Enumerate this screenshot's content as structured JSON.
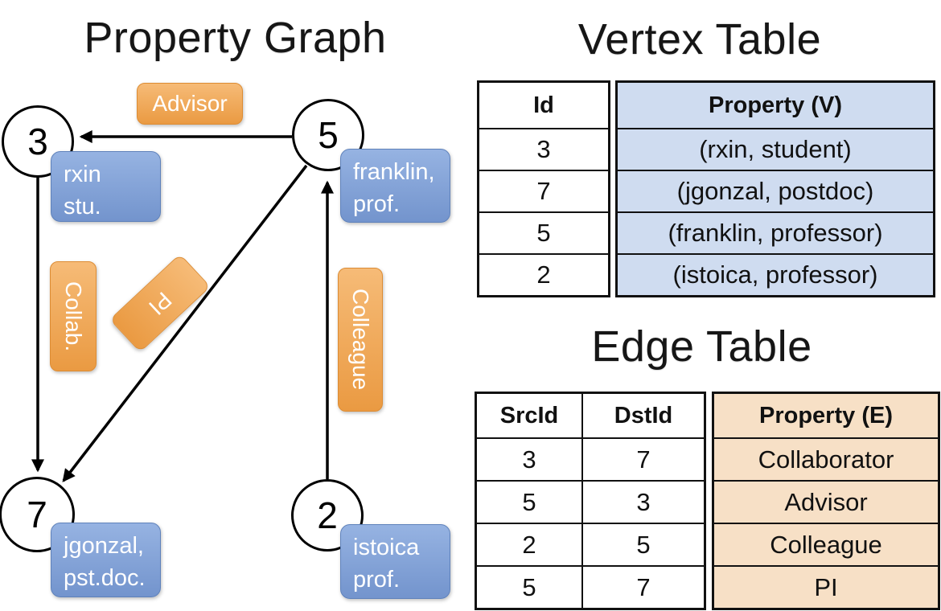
{
  "colors": {
    "orange_top": "#f6bb77",
    "orange_bottom": "#ea9a42",
    "orange_border": "#dd8c33",
    "blue_top": "#96b3e2",
    "blue_bottom": "#7394cd",
    "blue_border": "#5f82bb",
    "vertex_property_bg": "#cfdcf0",
    "edge_property_bg": "#f7e0c6",
    "edge_line": "#000000"
  },
  "graph": {
    "title": "Property Graph",
    "nodes": {
      "n3": {
        "id": "3",
        "line1": "rxin",
        "line2": "stu."
      },
      "n5": {
        "id": "5",
        "line1": "franklin,",
        "line2": "prof."
      },
      "n7": {
        "id": "7",
        "line1": "jgonzal,",
        "line2": "pst.doc."
      },
      "n2": {
        "id": "2",
        "line1": "istoica",
        "line2": "prof."
      }
    },
    "edge_labels": {
      "advisor": "Advisor",
      "collab": "Collab.",
      "pi": "PI",
      "colleague": "Colleague"
    }
  },
  "vertex_table": {
    "title": "Vertex Table",
    "columns": [
      "Id",
      "Property (V)"
    ],
    "rows": [
      [
        "3",
        "(rxin, student)"
      ],
      [
        "7",
        "(jgonzal, postdoc)"
      ],
      [
        "5",
        "(franklin, professor)"
      ],
      [
        "2",
        "(istoica, professor)"
      ]
    ]
  },
  "edge_table": {
    "title": "Edge Table",
    "columns": [
      "SrcId",
      "DstId",
      "Property (E)"
    ],
    "rows": [
      [
        "3",
        "7",
        "Collaborator"
      ],
      [
        "5",
        "3",
        "Advisor"
      ],
      [
        "2",
        "5",
        "Colleague"
      ],
      [
        "5",
        "7",
        "PI"
      ]
    ]
  }
}
